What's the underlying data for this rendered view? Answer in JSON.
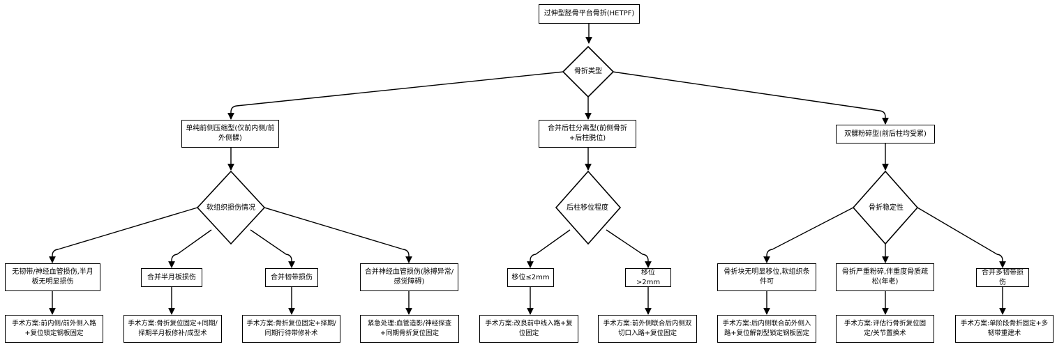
{
  "root": "过伸型胫骨平台骨折(HETPF)",
  "decision_main": "骨折类型",
  "types": [
    "单纯前侧压缩型(仅前内侧/前外侧髁)",
    "合并后柱分离型(前侧骨折+后柱脱位)",
    "双髁粉碎型(前后柱均受累)"
  ],
  "decisions": [
    "软组织损伤情况",
    "后柱移位程度",
    "骨折稳定性"
  ],
  "conditions": [
    "无韧带/神经血管损伤,半月板无明显损伤",
    "合并半月板损伤",
    "合并韧带损伤",
    "合并神经血管损伤(脉搏异常/感觉障碍)",
    "移位≤2mm",
    "移位>2mm",
    "骨折块无明显移位,软组织条件可",
    "骨折严重粉碎,伴重度骨质疏松(年老)",
    "合并多韧带损伤"
  ],
  "plans": [
    "手术方案:前内侧/前外侧入路+复位锁定钢板固定",
    "手术方案:骨折复位固定+同期/择期半月板修补/成型术",
    "手术方案:骨折复位固定+择期/同期行待带修补术",
    "紧急处理:血管造影/神经探查+同期骨折复位固定",
    "手术方案:改良前中线入路+复位固定",
    "手术方案:前外侧联合后内侧双切口入路+复位固定",
    "手术方案:后内侧联合前外侧入路+复位解剖型锁定钢板固定",
    "手术方案:评估行骨折复位固定/关节置换术",
    "手术方案:单阶段骨折固定+多韧带重建术"
  ]
}
